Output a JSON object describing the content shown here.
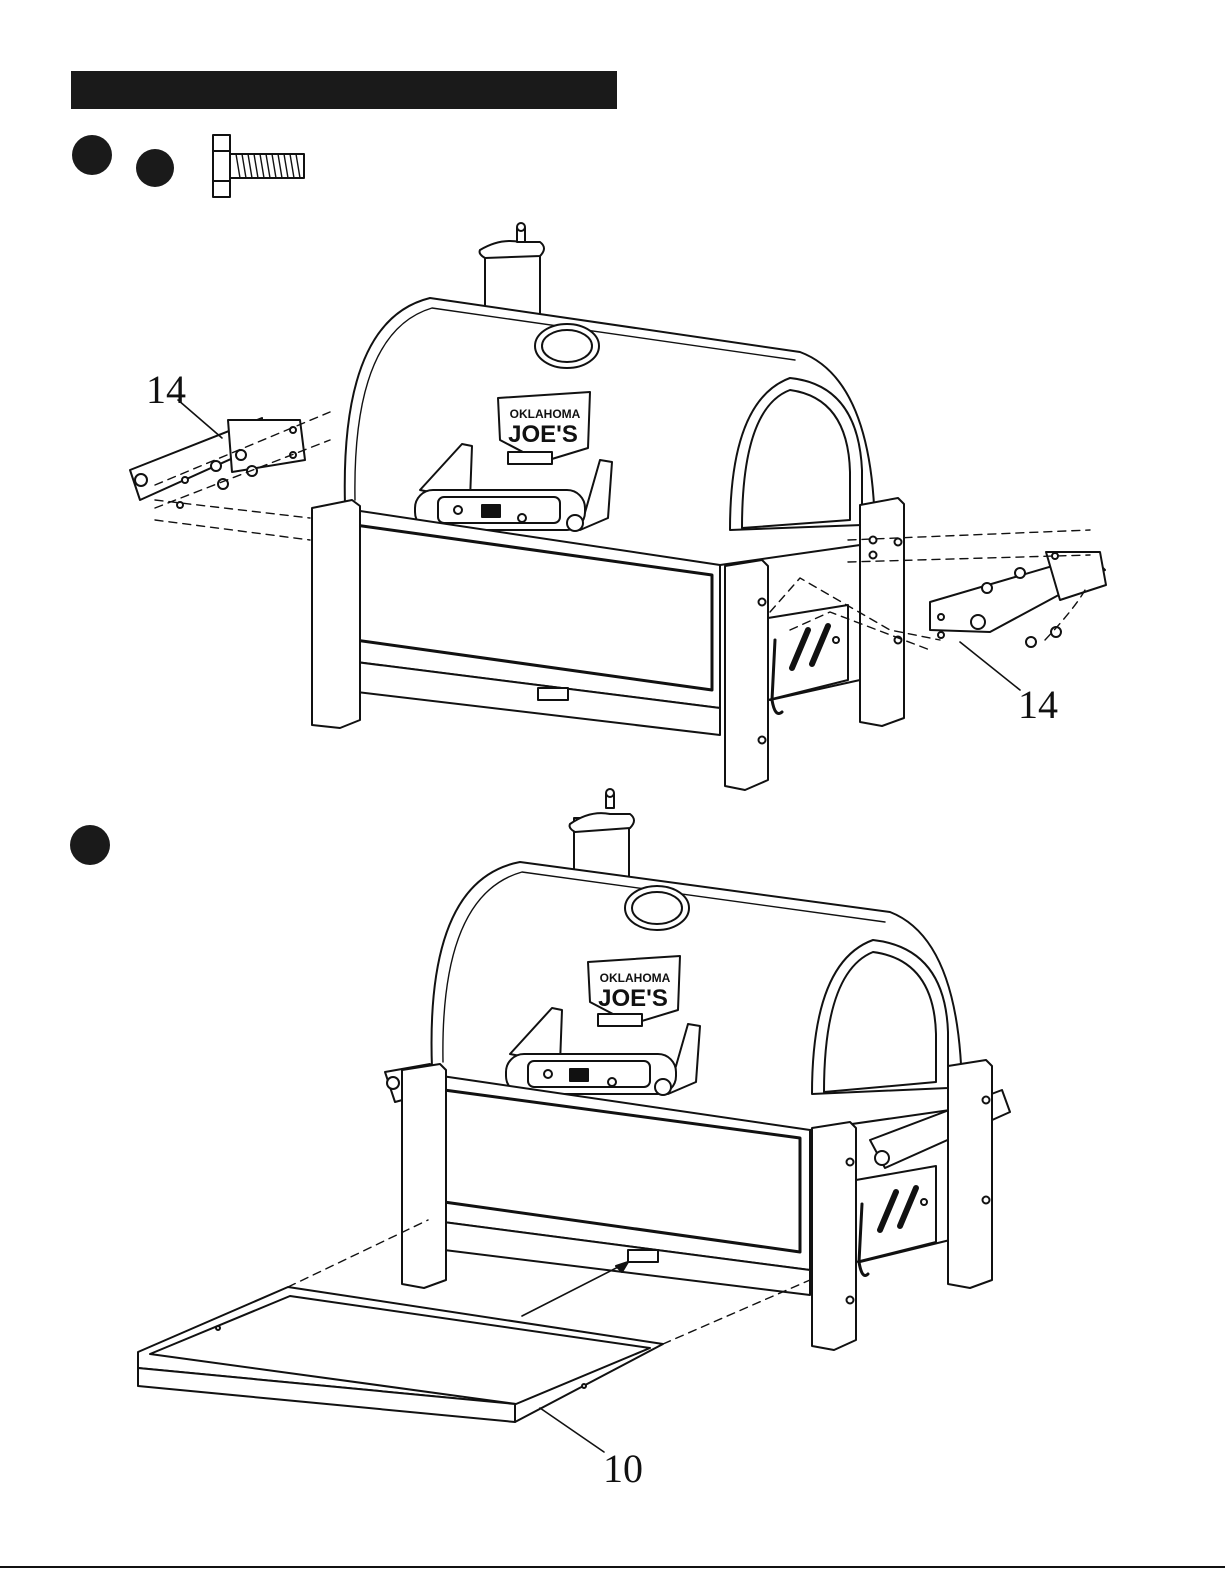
{
  "page": {
    "header_bar_color": "#1a1a1a",
    "line_color": "#111111"
  },
  "steps": [
    {
      "id": "step-a",
      "marker": "filled-circle"
    },
    {
      "id": "step-b",
      "marker": "filled-circle"
    },
    {
      "id": "step-c",
      "marker": "filled-circle"
    }
  ],
  "hardware": {
    "icon": "bolt-icon"
  },
  "callouts": {
    "side_handle_left": "14",
    "side_handle_right": "14",
    "front_shelf": "10"
  }
}
